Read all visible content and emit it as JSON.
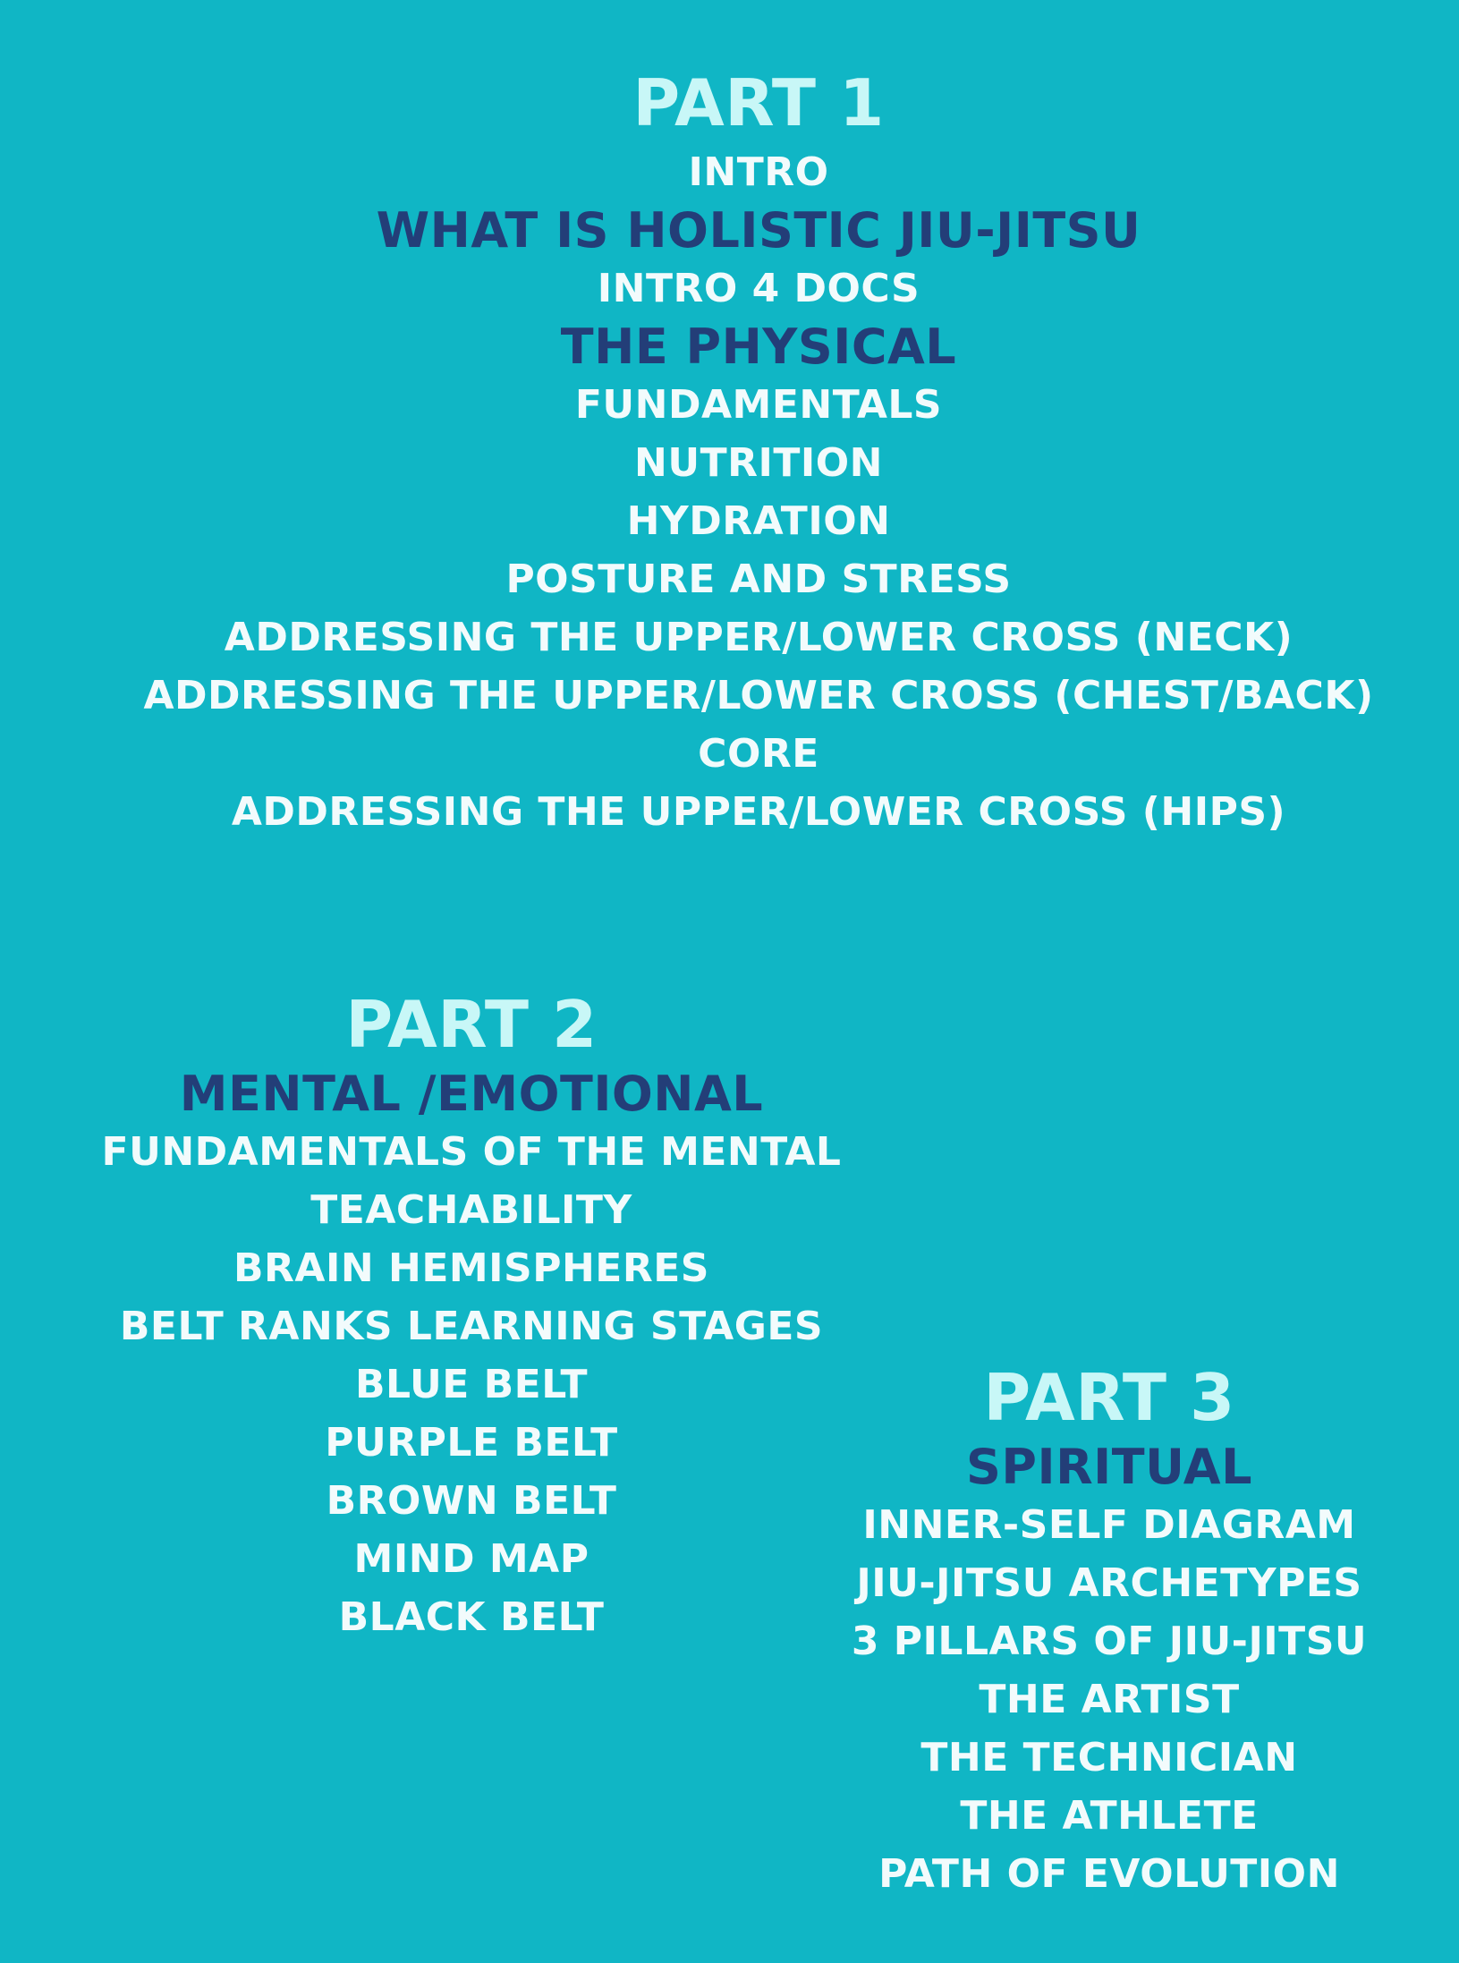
{
  "colors": {
    "background": "#10b6c5",
    "part_heading": "#c8f7f7",
    "topic_heading": "#233e78",
    "item": "#f2fbfc"
  },
  "part1": {
    "title": "PART 1",
    "lines": [
      {
        "text": "INTRO",
        "kind": "item"
      },
      {
        "text": "WHAT IS HOLISTIC JIU-JITSU",
        "kind": "topic"
      },
      {
        "text": "INTRO 4 DOCS",
        "kind": "item"
      },
      {
        "text": "THE PHYSICAL",
        "kind": "topic"
      },
      {
        "text": "FUNDAMENTALS",
        "kind": "item"
      },
      {
        "text": "NUTRITION",
        "kind": "item"
      },
      {
        "text": "HYDRATION",
        "kind": "item"
      },
      {
        "text": "POSTURE AND STRESS",
        "kind": "item"
      },
      {
        "text": "ADDRESSING THE UPPER/LOWER CROSS (NECK)",
        "kind": "item"
      },
      {
        "text": "ADDRESSING THE UPPER/LOWER CROSS (CHEST/BACK)",
        "kind": "item"
      },
      {
        "text": "CORE",
        "kind": "item"
      },
      {
        "text": "ADDRESSING THE UPPER/LOWER CROSS (HIPS)",
        "kind": "item"
      }
    ]
  },
  "part2": {
    "title": "PART 2",
    "lines": [
      {
        "text": "MENTAL /EMOTIONAL",
        "kind": "topic"
      },
      {
        "text": "FUNDAMENTALS OF THE MENTAL",
        "kind": "item"
      },
      {
        "text": "TEACHABILITY",
        "kind": "item"
      },
      {
        "text": "BRAIN HEMISPHERES",
        "kind": "item"
      },
      {
        "text": "BELT RANKS LEARNING STAGES",
        "kind": "item"
      },
      {
        "text": "BLUE BELT",
        "kind": "item"
      },
      {
        "text": "PURPLE BELT",
        "kind": "item"
      },
      {
        "text": "BROWN BELT",
        "kind": "item"
      },
      {
        "text": "MIND MAP",
        "kind": "item"
      },
      {
        "text": "BLACK BELT",
        "kind": "item"
      }
    ]
  },
  "part3": {
    "title": "PART 3",
    "lines": [
      {
        "text": "SPIRITUAL",
        "kind": "topic"
      },
      {
        "text": "INNER-SELF DIAGRAM",
        "kind": "item"
      },
      {
        "text": "JIU-JITSU ARCHETYPES",
        "kind": "item"
      },
      {
        "text": "3 PILLARS OF JIU-JITSU",
        "kind": "item"
      },
      {
        "text": "THE ARTIST",
        "kind": "item"
      },
      {
        "text": "THE TECHNICIAN",
        "kind": "item"
      },
      {
        "text": "THE ATHLETE",
        "kind": "item"
      },
      {
        "text": "PATH OF EVOLUTION",
        "kind": "item"
      }
    ]
  }
}
